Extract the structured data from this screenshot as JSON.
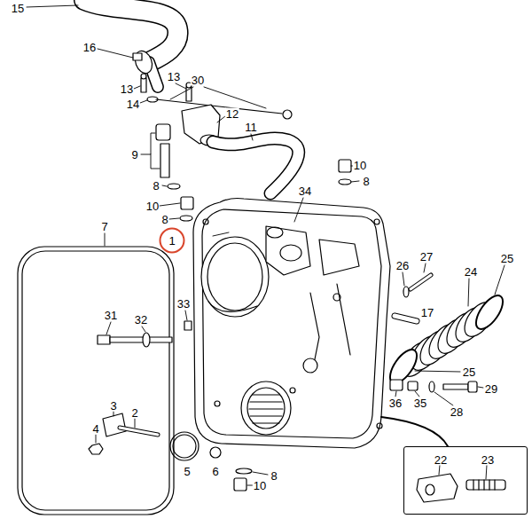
{
  "diagram": {
    "nodes": [
      {
        "text": [
          "1"
        ]
      },
      {
        "text": [
          "22",
          "23"
        ]
      }
    ],
    "labels": [
      "15",
      "16",
      "13",
      "13",
      "30",
      "14",
      "12",
      "11",
      "9",
      "8",
      "10",
      "8",
      "34",
      "10",
      "8",
      "7",
      "26",
      "27",
      "24",
      "25",
      "31",
      "32",
      "33",
      "17",
      "25",
      "29",
      "36",
      "35",
      "28",
      "3",
      "2",
      "4",
      "5",
      "6",
      "8",
      "10"
    ]
  }
}
